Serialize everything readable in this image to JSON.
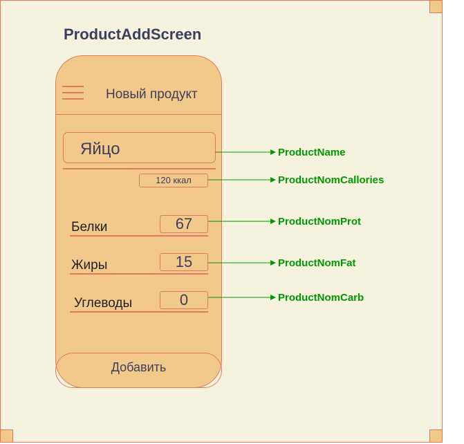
{
  "diagram": {
    "title": "ProductAddScreen",
    "colors": {
      "canvas": "#f6f2e0",
      "screen_fill": "#f2c98a",
      "stroke": "#e07a5f",
      "text": "#3b3f5c",
      "annotation": "#009900"
    }
  },
  "screen": {
    "header_title": "Новый продукт",
    "menu_icon": "hamburger-icon",
    "product_name": "Яйцо",
    "calories": "120 ккал",
    "nutrients": [
      {
        "label": "Белки",
        "value": "67"
      },
      {
        "label": "Жиры",
        "value": "15"
      },
      {
        "label": "Углеводы",
        "value": "0"
      }
    ],
    "add_button_label": "Добавить"
  },
  "annotations": [
    "ProductName",
    "ProductNomCallories",
    "ProductNomProt",
    "ProductNomFat",
    "ProductNomCarb"
  ]
}
